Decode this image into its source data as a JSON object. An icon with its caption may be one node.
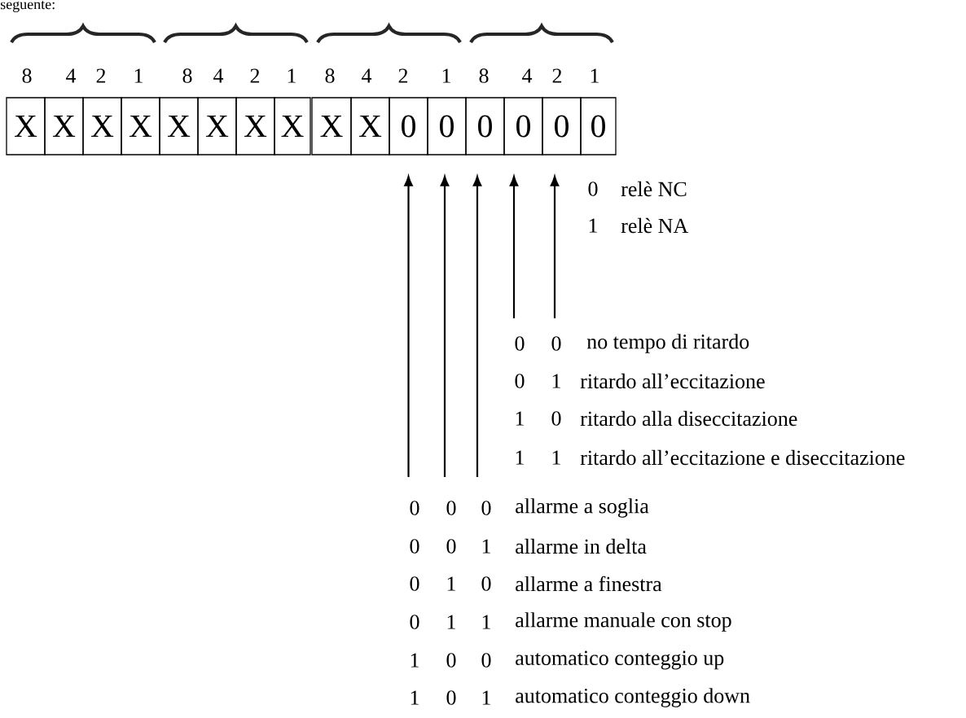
{
  "diagram": {
    "nodes": [
      {
        "text": [
          "X"
        ]
      },
      {
        "text": [
          "X"
        ]
      },
      {
        "text": [
          "X"
        ]
      },
      {
        "text": [
          "X"
        ]
      },
      {
        "text": [
          "X"
        ]
      },
      {
        "text": [
          "X"
        ]
      },
      {
        "text": [
          "X"
        ]
      },
      {
        "text": [
          "X"
        ]
      },
      {
        "text": [
          "X"
        ]
      },
      {
        "text": [
          "X"
        ]
      },
      {
        "text": [
          "0"
        ]
      },
      {
        "text": [
          "0"
        ]
      },
      {
        "text": [
          "0"
        ]
      },
      {
        "text": [
          "0"
        ]
      },
      {
        "text": [
          "0"
        ]
      },
      {
        "text": [
          "0"
        ]
      }
    ],
    "edges": [
      {
        "from": null,
        "to": 10,
        "arrow": "to"
      },
      {
        "from": null,
        "to": 11,
        "arrow": "to"
      },
      {
        "from": null,
        "to": 12,
        "arrow": "to"
      },
      {
        "from": null,
        "to": 13,
        "arrow": "to"
      },
      {
        "from": null,
        "to": 14,
        "arrow": "to"
      }
    ],
    "labels": [
      "seguente:",
      "8",
      "4",
      "2",
      "1",
      "8",
      "4",
      "2",
      "1",
      "8",
      "4",
      "2",
      "1",
      "8",
      "4",
      "2",
      "1",
      "0",
      "relè NC",
      "1",
      "relè NA",
      "0",
      "0",
      "no tempo di ritardo",
      "0",
      "1",
      "ritardo all’eccitazione",
      "1",
      "0",
      "ritardo alla diseccitazione",
      "1",
      "1",
      "ritardo all’eccitazione e diseccitazione",
      "0",
      "0",
      "0",
      "allarme a soglia",
      "0",
      "0",
      "1",
      "allarme in delta",
      "0",
      "1",
      "0",
      "allarme a finestra",
      "0",
      "1",
      "1",
      "allarme  manuale con stop",
      "1",
      "0",
      "0",
      "automatico conteggio up",
      "1",
      "0",
      "1",
      "automatico conteggio down"
    ]
  }
}
